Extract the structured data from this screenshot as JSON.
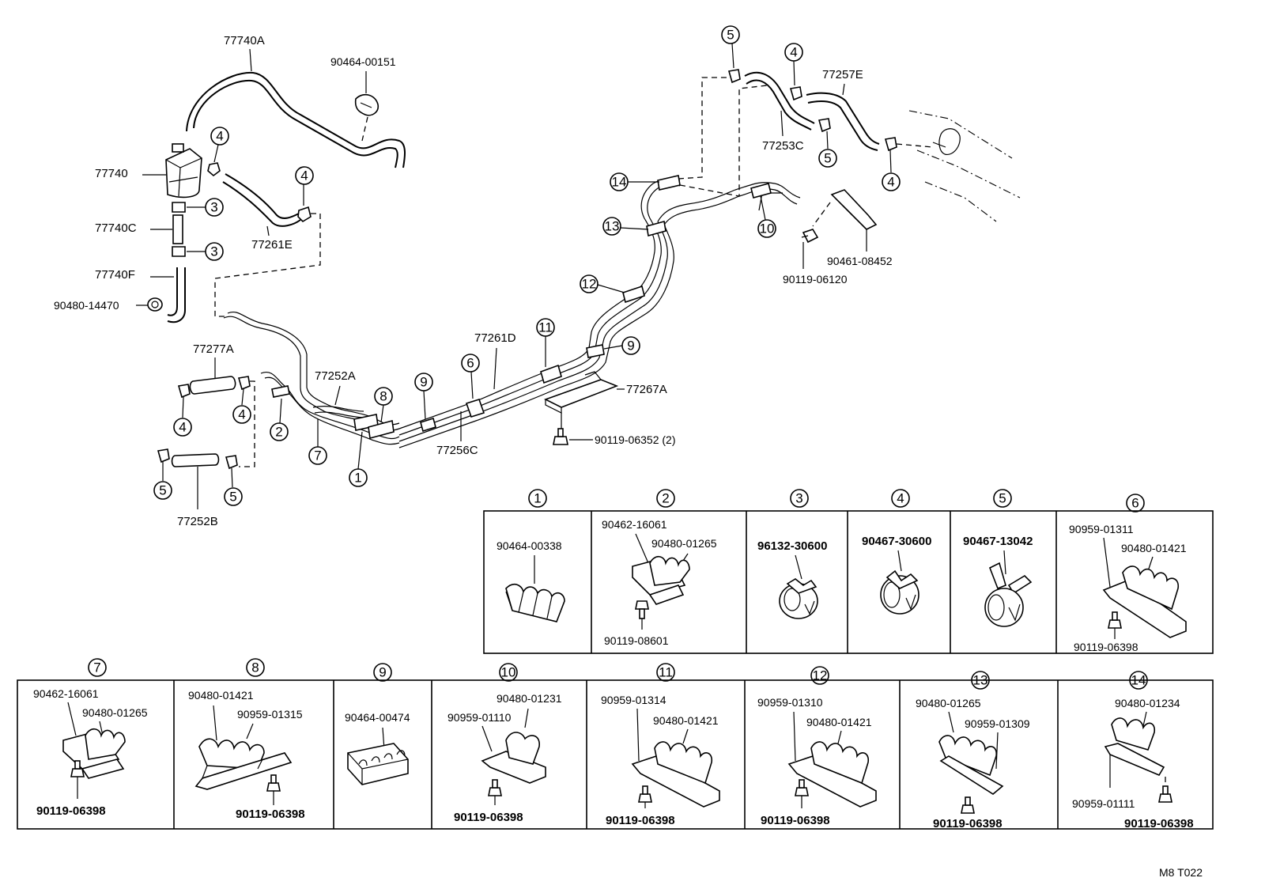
{
  "parts": {
    "p77740A": "77740A",
    "p90464_00151": "90464-00151",
    "p77740": "77740",
    "p77740C": "77740C",
    "p77740F": "77740F",
    "p90480_14470": "90480-14470",
    "p77261E": "77261E",
    "p77277A": "77277A",
    "p77252A": "77252A",
    "p77252B": "77252B",
    "p77256C": "77256C",
    "p77261D": "77261D",
    "p77267A": "77267A",
    "p90119_06352": "90119-06352 (2)",
    "p77257E": "77257E",
    "p77253C": "77253C",
    "p90119_06120": "90119-06120",
    "p90461_08452": "90461-08452"
  },
  "callouts": {
    "c1": "1",
    "c2": "2",
    "c3": "3",
    "c4": "4",
    "c5": "5",
    "c6": "6",
    "c7": "7",
    "c8": "8",
    "c9": "9",
    "c10": "10",
    "c11": "11",
    "c12": "12",
    "c13": "13",
    "c14": "14"
  },
  "legend": {
    "k1": {
      "num": "1",
      "parts": [
        "90464-00338"
      ]
    },
    "k2": {
      "num": "2",
      "parts": [
        "90462-16061",
        "90480-01265",
        "90119-08601"
      ]
    },
    "k3": {
      "num": "3",
      "parts": [
        "96132-30600"
      ]
    },
    "k4": {
      "num": "4",
      "parts": [
        "90467-30600"
      ]
    },
    "k5": {
      "num": "5",
      "parts": [
        "90467-13042"
      ]
    },
    "k6": {
      "num": "6",
      "parts": [
        "90959-01311",
        "90480-01421",
        "90119-06398"
      ]
    },
    "k7": {
      "num": "7",
      "parts": [
        "90462-16061",
        "90480-01265",
        "90119-06398"
      ]
    },
    "k8": {
      "num": "8",
      "parts": [
        "90480-01421",
        "90959-01315",
        "90119-06398"
      ]
    },
    "k9": {
      "num": "9",
      "parts": [
        "90464-00474"
      ]
    },
    "k10": {
      "num": "10",
      "parts": [
        "90480-01231",
        "90959-01110",
        "90119-06398"
      ]
    },
    "k11": {
      "num": "11",
      "parts": [
        "90959-01314",
        "90480-01421",
        "90119-06398"
      ]
    },
    "k12": {
      "num": "12",
      "parts": [
        "90959-01310",
        "90480-01421",
        "90119-06398"
      ]
    },
    "k13": {
      "num": "13",
      "parts": [
        "90480-01265",
        "90959-01309",
        "90119-06398"
      ]
    },
    "k14": {
      "num": "14",
      "parts": [
        "90480-01234",
        "90959-01111",
        "90119-06398"
      ]
    }
  },
  "footer": "M8   T022"
}
